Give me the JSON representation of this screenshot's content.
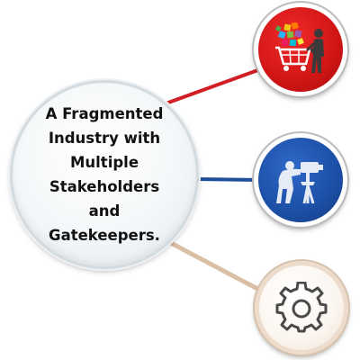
{
  "main": {
    "lines": [
      "A Fragmented",
      "Industry with",
      "Multiple",
      "Stakeholders",
      "and",
      "Gatekeepers."
    ]
  },
  "nodes": [
    {
      "icon": "shopping-cart-person-icon",
      "color": "#d01515",
      "connector_color": "#d21e25"
    },
    {
      "icon": "engineer-at-machine-icon",
      "color": "#1c4fa6",
      "connector_color": "#1f4f99"
    },
    {
      "icon": "gear-icon",
      "color": "#fbf5ef",
      "connector_color": "#d9bfa3"
    }
  ]
}
